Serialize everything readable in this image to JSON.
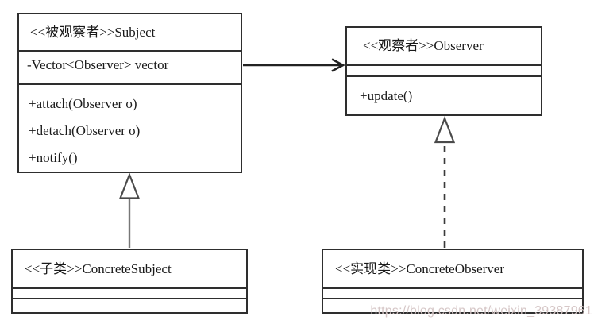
{
  "diagram": {
    "type": "uml-class-diagram",
    "pattern": "Observer",
    "colors": {
      "background": "#ffffff",
      "line": "#2e2e2e",
      "inheritance_line": "#777777",
      "watermark": "#d4c4c4"
    },
    "classes": [
      {
        "id": "subject",
        "title": "<<被观察者>>Subject",
        "attributes": [
          "-Vector<Observer> vector"
        ],
        "methods": [
          "+attach(Observer o)",
          "+detach(Observer o)",
          "+notify()"
        ]
      },
      {
        "id": "observer",
        "title": "<<观察者>>Observer",
        "attributes": [],
        "methods": [
          "+update()"
        ]
      },
      {
        "id": "concrete-subject",
        "title": "<<子类>>ConcreteSubject",
        "attributes": [],
        "methods": []
      },
      {
        "id": "concrete-observer",
        "title": "<<实现类>>ConcreteObserver",
        "attributes": [],
        "methods": []
      }
    ],
    "relations": [
      {
        "type": "association",
        "from": "subject",
        "to": "observer",
        "line": "solid",
        "head": "open-arrow"
      },
      {
        "type": "generalization",
        "from": "concrete-subject",
        "to": "subject",
        "line": "solid",
        "head": "hollow-triangle"
      },
      {
        "type": "realization",
        "from": "concrete-observer",
        "to": "observer",
        "line": "dashed",
        "head": "hollow-triangle"
      }
    ],
    "watermark": "https://blog.csdn.net/weixin_39387961"
  }
}
